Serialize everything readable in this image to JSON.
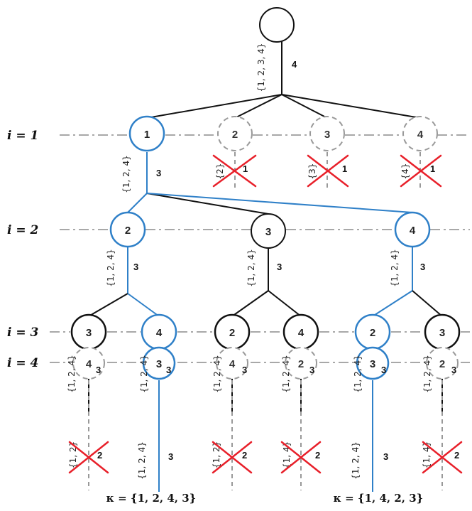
{
  "levels": [
    "i = 1",
    "i = 2",
    "i = 3",
    "i = 4"
  ],
  "root": {
    "set": "{1, 2, 3, 4}",
    "count": "4"
  },
  "level1": {
    "nodes": [
      "1",
      "2",
      "3",
      "4"
    ],
    "pruned": [
      {
        "set": "{2}",
        "count": "1"
      },
      {
        "set": "{3}",
        "count": "1"
      },
      {
        "set": "{4}",
        "count": "1"
      }
    ],
    "edge": {
      "set": "{1, 2, 4}",
      "count": "3"
    }
  },
  "level2": {
    "nodes": [
      "2",
      "3",
      "4"
    ],
    "edges": [
      {
        "set": "{1, 2, 4}",
        "count": "3"
      },
      {
        "set": "{1, 2, 4}",
        "count": "3"
      },
      {
        "set": "{1, 2, 4}",
        "count": "3"
      }
    ]
  },
  "level3": {
    "nodes": [
      "3",
      "4",
      "2",
      "4",
      "2",
      "3"
    ],
    "edges": [
      {
        "set": "{1, 2, 4}",
        "count": "3"
      },
      {
        "set": "{1, 2, 4}",
        "count": "3"
      },
      {
        "set": "{1, 2, 4}",
        "count": "3"
      },
      {
        "set": "{1, 2, 4}",
        "count": "3"
      },
      {
        "set": "{1, 2, 4}",
        "count": "3"
      },
      {
        "set": "{1, 2, 4}",
        "count": "3"
      }
    ]
  },
  "level4": {
    "nodes": [
      "4",
      "3",
      "4",
      "2",
      "3",
      "2"
    ],
    "pruned": [
      {
        "set": "{1, 2}",
        "count": "2"
      },
      {
        "set": "{1, 2}",
        "count": "2"
      },
      {
        "set": "{1, 4}",
        "count": "2"
      },
      {
        "set": "{1, 4}",
        "count": "2"
      }
    ],
    "edges": [
      {
        "set": "{1, 2, 4}",
        "count": "3"
      },
      {
        "set": "{1, 2, 4}",
        "count": "3"
      }
    ]
  },
  "results": [
    "κ = {1, 2, 4, 3}",
    "κ = {1, 4, 2, 3}"
  ],
  "colors": {
    "active": "#2f80c8",
    "normal": "#111111",
    "dashed": "#999999",
    "cross": "#e8202a"
  }
}
